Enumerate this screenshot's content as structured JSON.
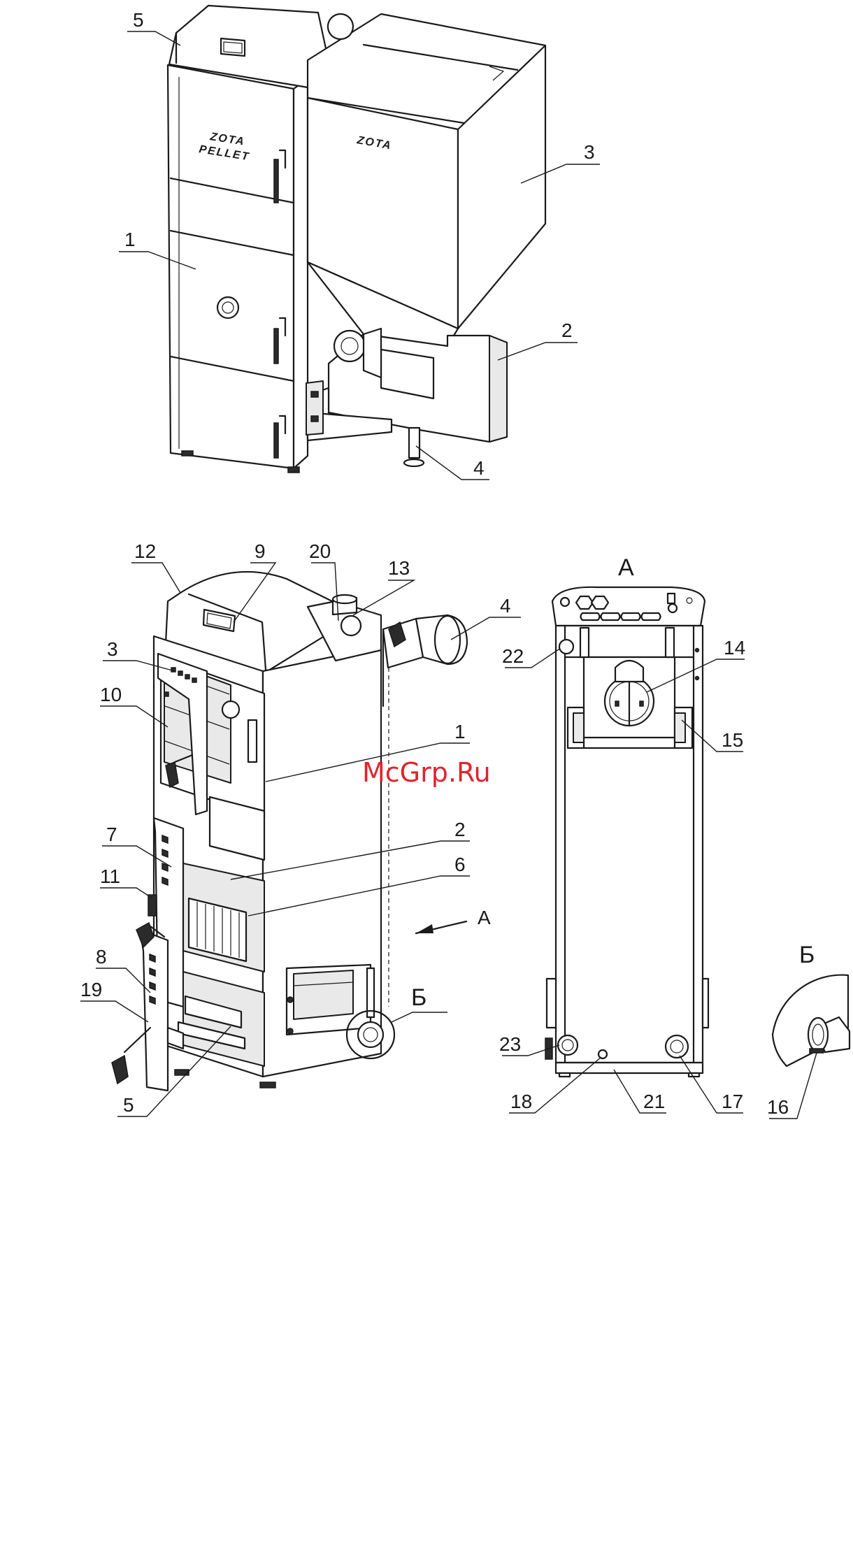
{
  "watermark": "McGrp.Ru",
  "brand": {
    "line1": "ZOTA",
    "line2": "PELLET",
    "hopper": "ZOTA"
  },
  "view_labels": {
    "view_a": "А",
    "arrow_a": "А",
    "callout_b": "Б",
    "detail_b": "Б"
  },
  "top_view": {
    "callouts": [
      "1",
      "2",
      "3",
      "4",
      "5"
    ]
  },
  "boiler_view": {
    "callouts": [
      "12",
      "9",
      "20",
      "13",
      "4",
      "3",
      "10",
      "1",
      "2",
      "7",
      "6",
      "11",
      "8",
      "19",
      "5"
    ]
  },
  "rear_view": {
    "callouts": [
      "22",
      "14",
      "15",
      "23",
      "18",
      "21",
      "17"
    ]
  },
  "detail_view": {
    "callouts": [
      "16"
    ]
  },
  "colors": {
    "line": "#1a1a1a",
    "paper": "#ffffff",
    "watermark": "#e0232d",
    "panel_shade": "#e9e9e9"
  }
}
